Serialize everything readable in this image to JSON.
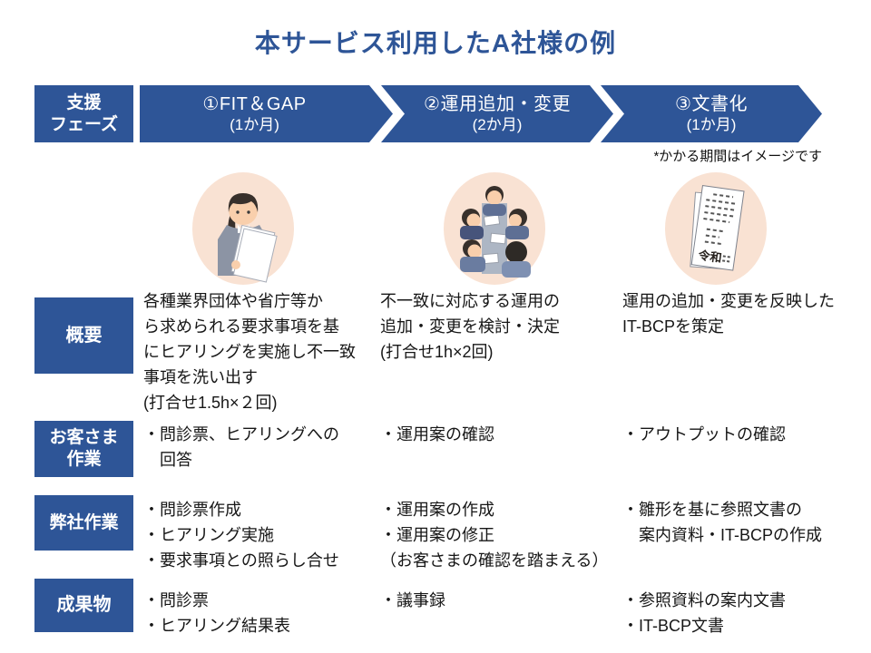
{
  "slide": {
    "title": "本サービス利用したA社様の例",
    "period_note": "*かかる期間はイメージです"
  },
  "phase_header": {
    "label": "支援\nフェーズ"
  },
  "phases": [
    {
      "name": "①FIT＆GAP",
      "duration": "(1か月)"
    },
    {
      "name": "②運用追加・変更",
      "duration": "(2か月)"
    },
    {
      "name": "③文書化",
      "duration": "(1か月)"
    }
  ],
  "illustrations": [
    {
      "name": "interview-woman-illustration"
    },
    {
      "name": "meeting-group-illustration"
    },
    {
      "name": "reiwa-document-illustration",
      "stamp_text": "令和"
    }
  ],
  "rows": [
    {
      "label": "概要",
      "cells": [
        "各種業界団体や省庁等か\nら求められる要求事項を基\nにヒアリングを実施し不一致\n事項を洗い出す\n(打合せ1.5h×２回)",
        "不一致に対応する運用の\n追加・変更を検討・決定\n(打合せ1h×2回)",
        "運用の追加・変更を反映した\nIT-BCPを策定"
      ]
    },
    {
      "label": "お客さま\n作業",
      "cells": [
        "・問診票、ヒアリングへの\n　回答",
        "・運用案の確認",
        "・アウトプットの確認"
      ]
    },
    {
      "label": "弊社作業",
      "cells": [
        "・問診票作成\n・ヒアリング実施\n・要求事項との照らし合せ",
        "・運用案の作成\n・運用案の修正\n（お客さまの確認を踏まえる）",
        "・雛形を基に参照文書の\n　案内資料・IT-BCPの作成"
      ]
    },
    {
      "label": "成果物",
      "cells": [
        "・問診票\n・ヒアリング結果表",
        "・議事録",
        "・参照資料の案内文書\n・IT-BCP文書"
      ]
    }
  ],
  "colors": {
    "primary_blue": "#2E5597",
    "peach_background": "#F9E2D3",
    "body_text": "#161616"
  }
}
